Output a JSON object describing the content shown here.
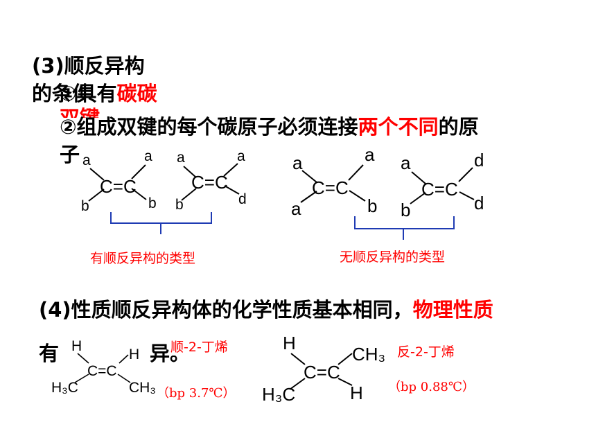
{
  "section3": {
    "line1": "(3)顺反异构",
    "line2": "的条件"
  },
  "cond1": {
    "prefix": "①具有",
    "highlight": "碳碳",
    "highlight2": "双键"
  },
  "cond2": {
    "text": "②组成双键的每个碳原子必须连接",
    "highlight": "两个不同",
    "suffix": "的原",
    "wrap": "子"
  },
  "group_with": {
    "label": "有顺反异构的类型"
  },
  "group_without": {
    "label": "无顺反异构的类型"
  },
  "section4": {
    "text": "(4)性质顺反异构体的化学性质基本相同，",
    "highlight": "物理性质",
    "line2_start": "有",
    "line2_end": "异。"
  },
  "cis": {
    "name": "顺-2-丁烯",
    "bp": "（bp 3.7℃）"
  },
  "trans": {
    "name": "反-2-丁烯",
    "bp": "（bp  0.88℃）"
  },
  "atoms": {
    "a": "a",
    "b": "b",
    "d": "d",
    "CC": "C=C",
    "H": "H",
    "CH3": "CH₃",
    "H3C": "H₃C",
    "C_eq_C": "C=C"
  },
  "colors": {
    "accent": "#ff0000",
    "brace": "#1f3bb3"
  }
}
